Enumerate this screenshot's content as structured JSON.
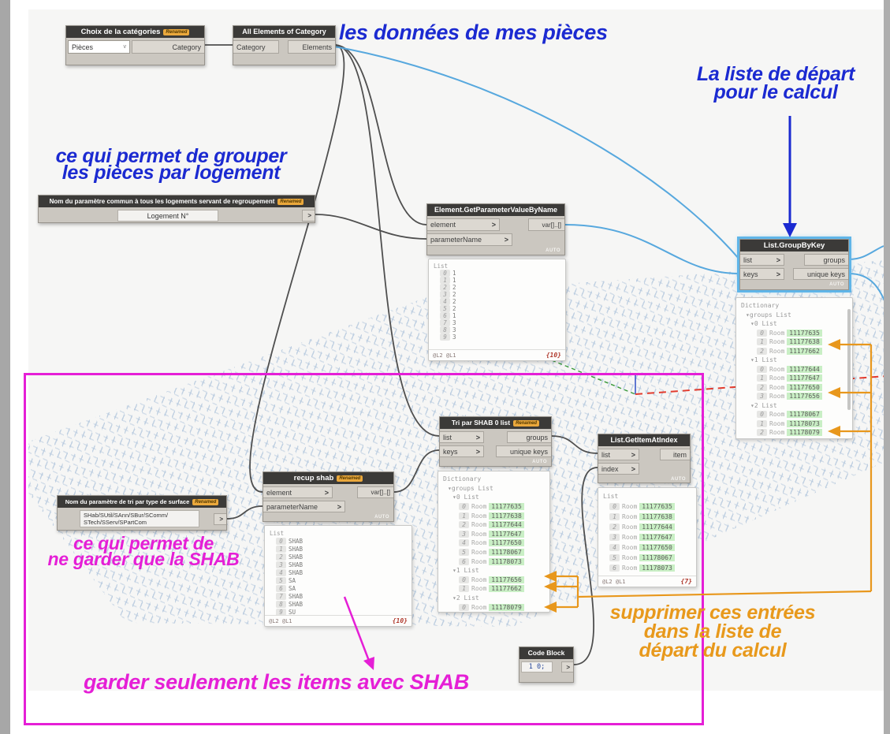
{
  "colors": {
    "annotation_blue": "#1b2ad1",
    "annotation_magenta": "#e51fd6",
    "annotation_orange": "#e8991c",
    "wire_blue": "#57a8de",
    "wire_dark": "#4f4f4f",
    "selection_blue": "#5fb5e8",
    "green_highlight": "#c9efc5",
    "node_header": "#3b3a38",
    "badge_orange": "#eaa83c"
  },
  "ui": {
    "chev": ">",
    "caret": "v",
    "auto": "AUTO"
  },
  "badges": {
    "renamed": "Renamed"
  },
  "annotations": {
    "donnees": "les données de mes pièces",
    "liste_depart_1": "La liste de départ",
    "liste_depart_2": "pour le calcul",
    "grouper_1": "ce qui permet de grouper",
    "grouper_2": "les pièces par logement",
    "garder_shab_1": "ce qui permet de",
    "garder_shab_2": "ne garder que la SHAB",
    "garder_items": "garder seulement les items avec SHAB",
    "supprimer_1": "supprimer ces entrées",
    "supprimer_2": "dans la liste de",
    "supprimer_3": "départ du calcul"
  },
  "nodes": {
    "choix": {
      "title": "Choix de la catégories",
      "dropdown": "Pièces",
      "output": "Category"
    },
    "all_elements": {
      "title": "All Elements of Category",
      "input": "Category",
      "output": "Elements"
    },
    "nom_param_commun": {
      "title": "Nom du paramètre commun à tous les logements servant de regroupement",
      "value": "Logement N°"
    },
    "get_param_logement": {
      "title": "Element.GetParameterValueByName",
      "inputs": [
        "element",
        "parameterName"
      ],
      "output": "var[]..[]"
    },
    "group_by_key": {
      "title": "List.GroupByKey",
      "inputs": [
        "list",
        "keys"
      ],
      "outputs": [
        "groups",
        "unique keys"
      ]
    },
    "tri_par_shab": {
      "title": "Tri par SHAB 0 list",
      "inputs": [
        "list",
        "keys"
      ],
      "outputs": [
        "groups",
        "unique keys"
      ]
    },
    "get_item": {
      "title": "List.GetItemAtIndex",
      "inputs": [
        "list",
        "index"
      ],
      "output": "item"
    },
    "recup_shab": {
      "title": "recup shab",
      "inputs": [
        "element",
        "parameterName"
      ],
      "output": "var[]..[]"
    },
    "nom_param_tri": {
      "title": "Nom du paramètre de tri par type de surface",
      "value_line1": "SHab/SUtil/SAnn/SBur/SComm/",
      "value_line2": "STech/SServ/SPartCom"
    },
    "code_block": {
      "title": "Code Block",
      "code": "1 0;"
    }
  },
  "previews": {
    "logement_list": {
      "rows": [
        {
          "pad": "padding-left:1px",
          "lbl": "List"
        },
        {
          "pad": "padding-left:9px",
          "i": "0",
          "v": "1"
        },
        {
          "pad": "padding-left:9px",
          "i": "1",
          "v": "1"
        },
        {
          "pad": "padding-left:9px",
          "i": "2",
          "v": "2"
        },
        {
          "pad": "padding-left:9px",
          "i": "3",
          "v": "2"
        },
        {
          "pad": "padding-left:9px",
          "i": "4",
          "v": "2"
        },
        {
          "pad": "padding-left:9px",
          "i": "5",
          "v": "2"
        },
        {
          "pad": "padding-left:9px",
          "i": "6",
          "v": "1"
        },
        {
          "pad": "padding-left:9px",
          "i": "7",
          "v": "3"
        },
        {
          "pad": "padding-left:9px",
          "i": "8",
          "v": "3"
        },
        {
          "pad": "padding-left:9px",
          "i": "9",
          "v": "3"
        }
      ],
      "levels": "@L2 @L1",
      "count": "{10}"
    },
    "groupbykey_dict": {
      "rows": [
        {
          "pad": "padding-left:1px",
          "lbl": "Dictionary"
        },
        {
          "pad": "padding-left:7px",
          "lbl": "▾groups List"
        },
        {
          "pad": "padding-left:13px",
          "lbl": "▾0 List"
        },
        {
          "pad": "padding-left:21px",
          "i": "0",
          "t": "Room",
          "v": "11177635"
        },
        {
          "pad": "padding-left:21px",
          "i": "1",
          "t": "Room",
          "v": "11177638"
        },
        {
          "pad": "padding-left:21px",
          "i": "2",
          "t": "Room",
          "v": "11177662"
        },
        {
          "pad": "padding-left:13px",
          "lbl": "▾1 List"
        },
        {
          "pad": "padding-left:21px",
          "i": "0",
          "t": "Room",
          "v": "11177644"
        },
        {
          "pad": "padding-left:21px",
          "i": "1",
          "t": "Room",
          "v": "11177647"
        },
        {
          "pad": "padding-left:21px",
          "i": "2",
          "t": "Room",
          "v": "11177650"
        },
        {
          "pad": "padding-left:21px",
          "i": "3",
          "t": "Room",
          "v": "11177656"
        },
        {
          "pad": "padding-left:13px",
          "lbl": "▾2 List"
        },
        {
          "pad": "padding-left:21px",
          "i": "0",
          "t": "Room",
          "v": "11178067"
        },
        {
          "pad": "padding-left:21px",
          "i": "1",
          "t": "Room",
          "v": "11178073"
        },
        {
          "pad": "padding-left:21px",
          "i": "2",
          "t": "Room",
          "v": "11178079"
        }
      ]
    },
    "tri_dict": {
      "rows": [
        {
          "pad": "padding-left:1px",
          "lbl": "Dictionary"
        },
        {
          "pad": "padding-left:7px",
          "lbl": "▾groups List"
        },
        {
          "pad": "padding-left:13px",
          "lbl": "▾0 List"
        },
        {
          "pad": "padding-left:21px",
          "i": "0",
          "t": "Room",
          "v": "11177635"
        },
        {
          "pad": "padding-left:21px",
          "i": "1",
          "t": "Room",
          "v": "11177638"
        },
        {
          "pad": "padding-left:21px",
          "i": "2",
          "t": "Room",
          "v": "11177644"
        },
        {
          "pad": "padding-left:21px",
          "i": "3",
          "t": "Room",
          "v": "11177647"
        },
        {
          "pad": "padding-left:21px",
          "i": "4",
          "t": "Room",
          "v": "11177650"
        },
        {
          "pad": "padding-left:21px",
          "i": "5",
          "t": "Room",
          "v": "11178067"
        },
        {
          "pad": "padding-left:21px",
          "i": "6",
          "t": "Room",
          "v": "11178073"
        },
        {
          "pad": "padding-left:13px",
          "lbl": "▾1 List"
        },
        {
          "pad": "padding-left:21px",
          "i": "0",
          "t": "Room",
          "v": "11177656"
        },
        {
          "pad": "padding-left:21px",
          "i": "1",
          "t": "Room",
          "v": "11177662"
        },
        {
          "pad": "padding-left:13px",
          "lbl": "▾2 List"
        },
        {
          "pad": "padding-left:21px",
          "i": "0",
          "t": "Room",
          "v": "11178079"
        }
      ]
    },
    "getitem_list": {
      "rows": [
        {
          "pad": "padding-left:1px",
          "lbl": "List"
        },
        {
          "pad": "padding-left:9px",
          "i": "0",
          "t": "Room",
          "v": "11177635"
        },
        {
          "pad": "padding-left:9px",
          "i": "1",
          "t": "Room",
          "v": "11177638"
        },
        {
          "pad": "padding-left:9px",
          "i": "2",
          "t": "Room",
          "v": "11177644"
        },
        {
          "pad": "padding-left:9px",
          "i": "3",
          "t": "Room",
          "v": "11177647"
        },
        {
          "pad": "padding-left:9px",
          "i": "4",
          "t": "Room",
          "v": "11177650"
        },
        {
          "pad": "padding-left:9px",
          "i": "5",
          "t": "Room",
          "v": "11178067"
        },
        {
          "pad": "padding-left:9px",
          "i": "6",
          "t": "Room",
          "v": "11178073"
        }
      ],
      "levels": "@L2 @L1",
      "count": "{7}"
    },
    "recup_list": {
      "rows": [
        {
          "pad": "padding-left:1px",
          "lbl": "List"
        },
        {
          "pad": "padding-left:9px",
          "i": "0",
          "v": "SHAB"
        },
        {
          "pad": "padding-left:9px",
          "i": "1",
          "v": "SHAB"
        },
        {
          "pad": "padding-left:9px",
          "i": "2",
          "v": "SHAB"
        },
        {
          "pad": "padding-left:9px",
          "i": "3",
          "v": "SHAB"
        },
        {
          "pad": "padding-left:9px",
          "i": "4",
          "v": "SHAB"
        },
        {
          "pad": "padding-left:9px",
          "i": "5",
          "v": "SA"
        },
        {
          "pad": "padding-left:9px",
          "i": "6",
          "v": "SA"
        },
        {
          "pad": "padding-left:9px",
          "i": "7",
          "v": "SHAB"
        },
        {
          "pad": "padding-left:9px",
          "i": "8",
          "v": "SHAB"
        },
        {
          "pad": "padding-left:9px",
          "i": "9",
          "v": "SU"
        }
      ],
      "levels": "@L2 @L1",
      "count": "{10}"
    }
  }
}
